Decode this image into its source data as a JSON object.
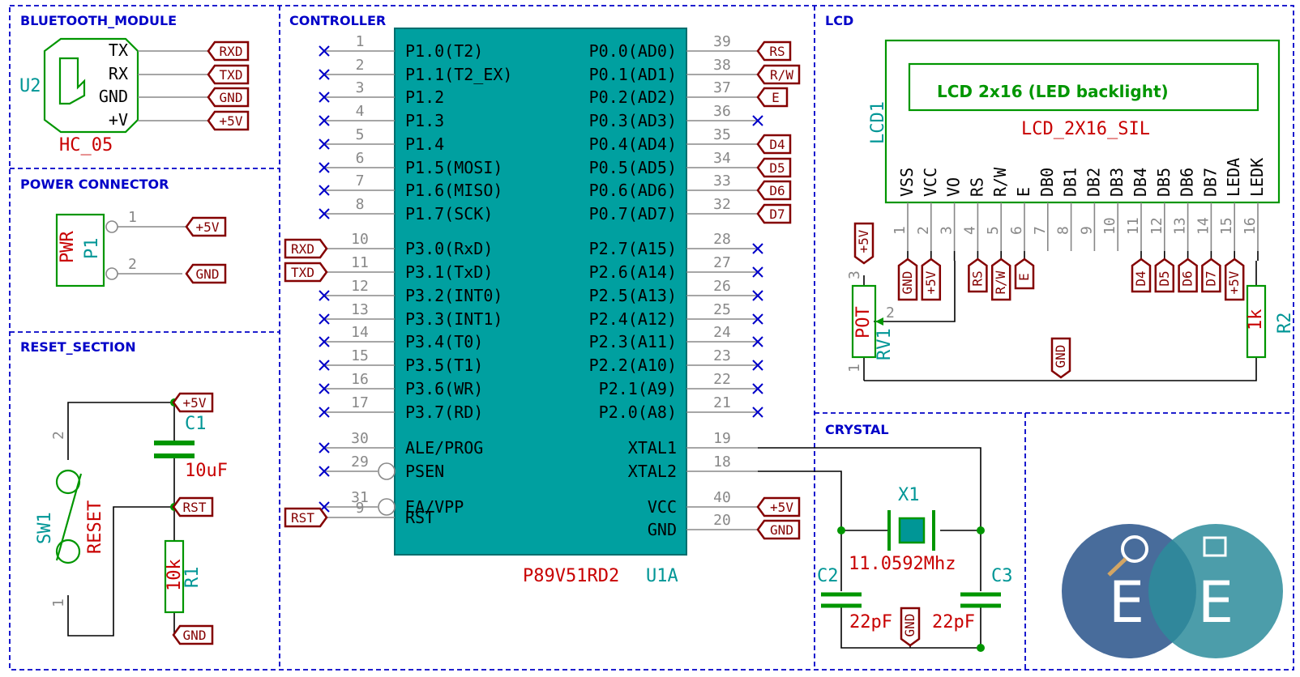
{
  "sections": {
    "bluetooth": "BLUETOOTH_MODULE",
    "power": "POWER CONNECTOR",
    "reset": "RESET_SECTION",
    "controller": "CONTROLLER",
    "lcd": "LCD",
    "crystal": "CRYSTAL"
  },
  "bluetooth": {
    "ref": "U2",
    "value": "HC_05",
    "pins": [
      {
        "name": "TX",
        "label": "RXD"
      },
      {
        "name": "RX",
        "label": "TXD"
      },
      {
        "name": "GND",
        "label": "GND"
      },
      {
        "name": "+V",
        "label": "+5V"
      }
    ]
  },
  "power": {
    "ref": "P1",
    "value": "PWR",
    "pins": [
      {
        "num": "1",
        "label": "+5V"
      },
      {
        "num": "2",
        "label": "GND"
      }
    ]
  },
  "reset": {
    "sw_ref": "SW1",
    "sw_value": "RESET",
    "sw_pin1": "1",
    "sw_pin2": "2",
    "c_ref": "C1",
    "c_value": "10uF",
    "r_ref": "R1",
    "r_value": "10k",
    "label_vcc": "+5V",
    "label_rst": "RST",
    "label_gnd": "GND"
  },
  "controller": {
    "ref": "U1A",
    "value": "P89V51RD2",
    "left_pins": [
      {
        "num": "1",
        "name": "P1.0(T2)",
        "label": ""
      },
      {
        "num": "2",
        "name": "P1.1(T2_EX)",
        "label": ""
      },
      {
        "num": "3",
        "name": "P1.2",
        "label": ""
      },
      {
        "num": "4",
        "name": "P1.3",
        "label": ""
      },
      {
        "num": "5",
        "name": "P1.4",
        "label": ""
      },
      {
        "num": "6",
        "name": "P1.5(MOSI)",
        "label": ""
      },
      {
        "num": "7",
        "name": "P1.6(MISO)",
        "label": ""
      },
      {
        "num": "8",
        "name": "P1.7(SCK)",
        "label": ""
      },
      {
        "num": "10",
        "name": "P3.0(RxD)",
        "label": "RXD"
      },
      {
        "num": "11",
        "name": "P3.1(TxD)",
        "label": "TXD"
      },
      {
        "num": "12",
        "name": "P3.2(INT0)",
        "label": ""
      },
      {
        "num": "13",
        "name": "P3.3(INT1)",
        "label": ""
      },
      {
        "num": "14",
        "name": "P3.4(T0)",
        "label": ""
      },
      {
        "num": "15",
        "name": "P3.5(T1)",
        "label": ""
      },
      {
        "num": "16",
        "name": "P3.6(WR)",
        "label": ""
      },
      {
        "num": "17",
        "name": "P3.7(RD)",
        "label": ""
      },
      {
        "num": "30",
        "name": "ALE/PROG",
        "label": ""
      },
      {
        "num": "29",
        "name": "PSEN",
        "label": ""
      },
      {
        "num": "31",
        "name": "EA/VPP",
        "label": ""
      },
      {
        "num": "9",
        "name": "RST",
        "label": "RST"
      }
    ],
    "right_pins": [
      {
        "num": "39",
        "name": "P0.0(AD0)",
        "label": "RS"
      },
      {
        "num": "38",
        "name": "P0.1(AD1)",
        "label": "R/W"
      },
      {
        "num": "37",
        "name": "P0.2(AD2)",
        "label": "E"
      },
      {
        "num": "36",
        "name": "P0.3(AD3)",
        "label": ""
      },
      {
        "num": "35",
        "name": "P0.4(AD4)",
        "label": "D4"
      },
      {
        "num": "34",
        "name": "P0.5(AD5)",
        "label": "D5"
      },
      {
        "num": "33",
        "name": "P0.6(AD6)",
        "label": "D6"
      },
      {
        "num": "32",
        "name": "P0.7(AD7)",
        "label": "D7"
      },
      {
        "num": "28",
        "name": "P2.7(A15)",
        "label": ""
      },
      {
        "num": "27",
        "name": "P2.6(A14)",
        "label": ""
      },
      {
        "num": "26",
        "name": "P2.5(A13)",
        "label": ""
      },
      {
        "num": "25",
        "name": "P2.4(A12)",
        "label": ""
      },
      {
        "num": "24",
        "name": "P2.3(A11)",
        "label": ""
      },
      {
        "num": "23",
        "name": "P2.2(A10)",
        "label": ""
      },
      {
        "num": "22",
        "name": "P2.1(A9)",
        "label": ""
      },
      {
        "num": "21",
        "name": "P2.0(A8)",
        "label": ""
      },
      {
        "num": "19",
        "name": "XTAL1",
        "label": ""
      },
      {
        "num": "18",
        "name": "XTAL2",
        "label": ""
      },
      {
        "num": "40",
        "name": "VCC",
        "label": "+5V"
      },
      {
        "num": "20",
        "name": "GND",
        "label": "GND"
      }
    ]
  },
  "lcd": {
    "ref": "LCD1",
    "value": "LCD_2X16_SIL",
    "screen_text": "LCD 2x16 (LED backlight)",
    "pins": [
      {
        "num": "1",
        "name": "VSS",
        "label": "GND"
      },
      {
        "num": "2",
        "name": "VCC",
        "label": "+5V"
      },
      {
        "num": "3",
        "name": "VO",
        "label": ""
      },
      {
        "num": "4",
        "name": "RS",
        "label": "RS"
      },
      {
        "num": "5",
        "name": "R/W",
        "label": "R/W"
      },
      {
        "num": "6",
        "name": "E",
        "label": "E"
      },
      {
        "num": "7",
        "name": "DB0",
        "label": ""
      },
      {
        "num": "8",
        "name": "DB1",
        "label": ""
      },
      {
        "num": "9",
        "name": "DB2",
        "label": ""
      },
      {
        "num": "10",
        "name": "DB3",
        "label": ""
      },
      {
        "num": "11",
        "name": "DB4",
        "label": "D4"
      },
      {
        "num": "12",
        "name": "DB5",
        "label": "D5"
      },
      {
        "num": "13",
        "name": "DB6",
        "label": "D6"
      },
      {
        "num": "14",
        "name": "DB7",
        "label": "D7"
      },
      {
        "num": "15",
        "name": "LEDA",
        "label": "+5V"
      },
      {
        "num": "16",
        "name": "LEDK",
        "label": ""
      }
    ],
    "pot_ref": "RV1",
    "pot_value": "POT",
    "pot_pins": [
      "1",
      "2",
      "3"
    ],
    "pot_label": "+5V",
    "r2_ref": "R2",
    "r2_value": "1k",
    "gnd_label": "GND"
  },
  "crystal": {
    "ref": "X1",
    "value": "11.0592Mhz",
    "c2_ref": "C2",
    "c2_value": "22pF",
    "c3_ref": "C3",
    "c3_value": "22pF",
    "gnd_label": "GND"
  },
  "logo": {
    "letters": [
      "E",
      "E"
    ],
    "colors": [
      "#3e6496",
      "#2d8c9b"
    ]
  }
}
